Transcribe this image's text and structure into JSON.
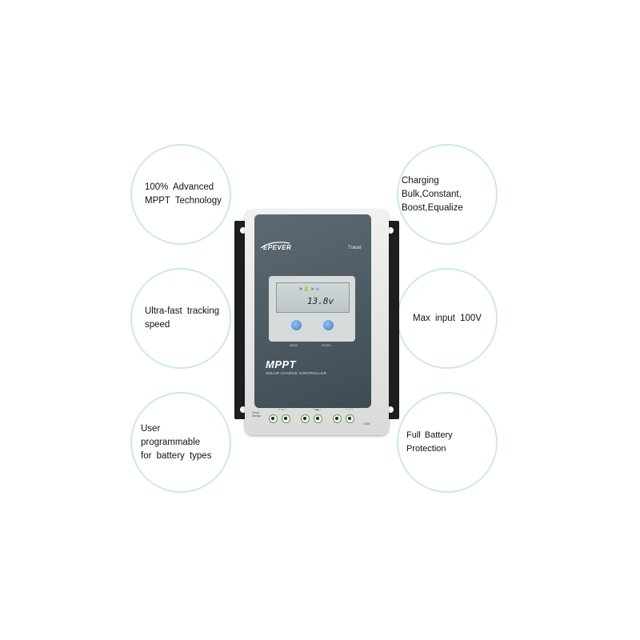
{
  "features": [
    {
      "id": "b1",
      "lines": [
        "100%  Advanced",
        "MPPT  Technology"
      ]
    },
    {
      "id": "b2",
      "lines": [
        "Charging  Bulk,Constant,",
        "Boost,Equalize"
      ]
    },
    {
      "id": "b3",
      "lines": [
        "Ultra-fast  tracking",
        "speed"
      ]
    },
    {
      "id": "b4",
      "lines": [
        "Max  input  100V"
      ]
    },
    {
      "id": "b5",
      "lines": [
        "User  programmable",
        "for  battery  types"
      ]
    },
    {
      "id": "b6",
      "lines": [
        "Full  Battery  Protection"
      ]
    }
  ],
  "device": {
    "brand": "EPEVER",
    "model": "Tracer",
    "lcd_value": "13.8v",
    "button_left": "MENU",
    "button_right": "ENTER",
    "title": "MPPT",
    "subtitle": "SOLAR CHARGE CONTROLLER",
    "terminal_left_label": "Temp Sensor",
    "terminal_right_label": "COM"
  },
  "colors": {
    "bubble_border": "#cfe6f3",
    "panel": "#4c5861",
    "terminal_green": "#5aa73a",
    "button_blue": "#3b82c8"
  }
}
